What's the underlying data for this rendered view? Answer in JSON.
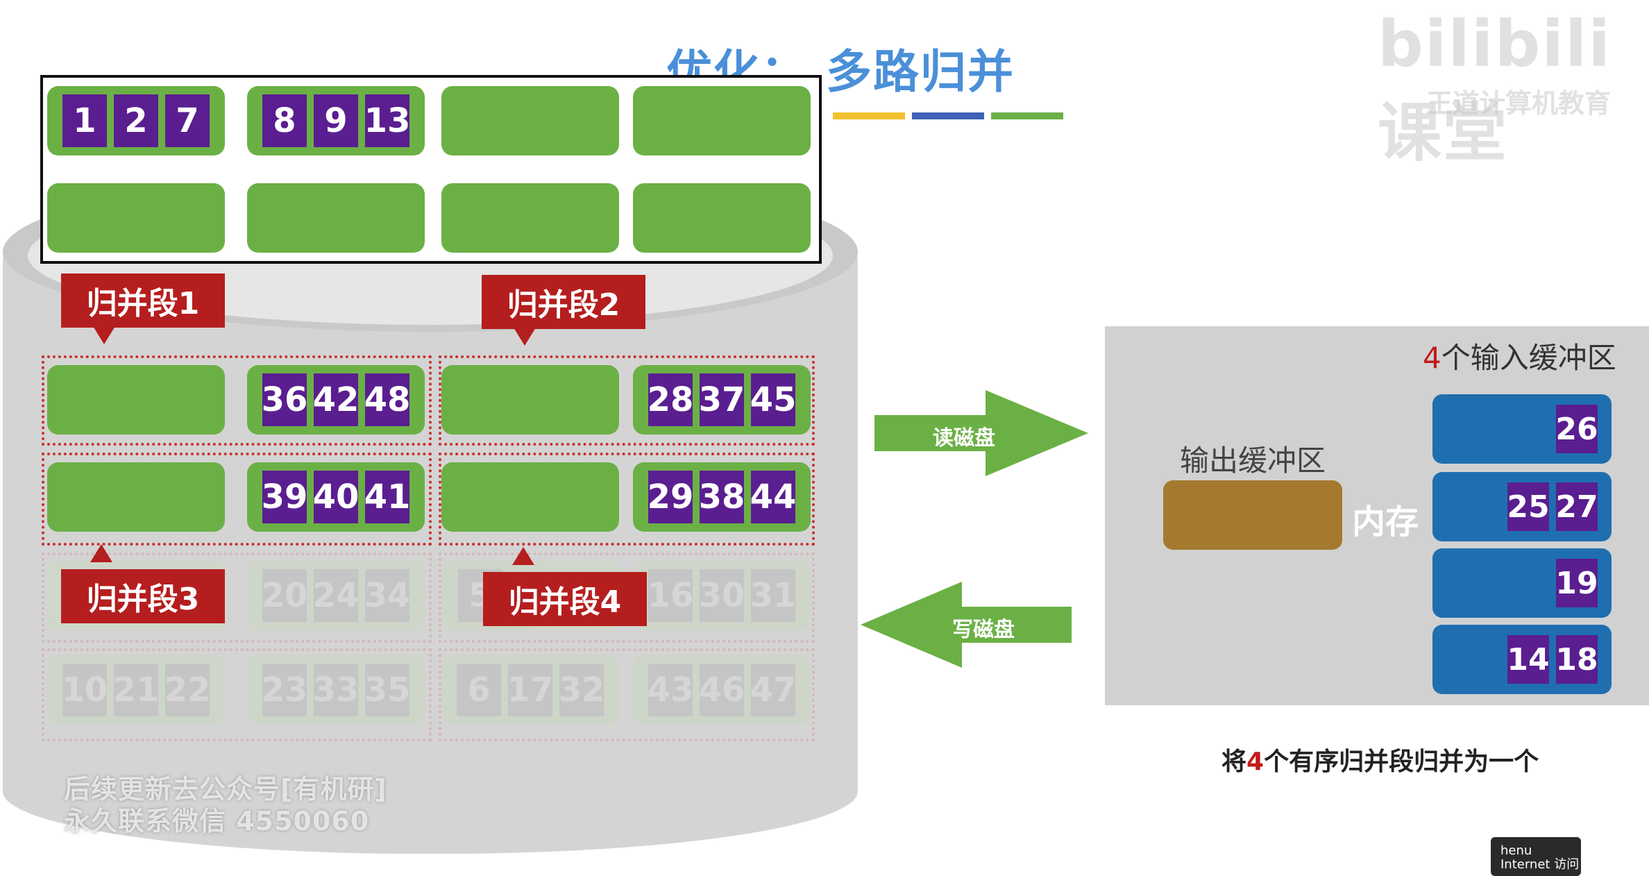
{
  "title": {
    "part1": "优化：",
    "part2": "多路归并"
  },
  "watermark": {
    "logo": "bilibili课堂",
    "sub": "王道计算机教育"
  },
  "colors": {
    "green_block": "#6bb045",
    "purple_cell": "#5a1e90",
    "label_red": "#b51e1e",
    "blue_buffer": "#1f6fb0",
    "output_buffer": "#a57a2e",
    "strip": [
      "#4a7fc0",
      "#f2c12e",
      "#3f62b8",
      "#6bb045"
    ]
  },
  "buffer_row1": {
    "block1": [
      "1",
      "2",
      "7"
    ],
    "block2": [
      "8",
      "9",
      "13"
    ]
  },
  "labels": {
    "seg1": "归并段1",
    "seg2": "归并段2",
    "seg3": "归并段3",
    "seg4": "归并段4"
  },
  "disk": {
    "row1": {
      "b2": [
        "36",
        "42",
        "48"
      ],
      "b4": [
        "28",
        "37",
        "45"
      ]
    },
    "row2": {
      "b2": [
        "39",
        "40",
        "41"
      ],
      "b4": [
        "29",
        "38",
        "44"
      ]
    },
    "row3": {
      "b2": [
        "20",
        "24",
        "34"
      ],
      "b3": [
        "5"
      ],
      "b4": [
        "16",
        "30",
        "31"
      ]
    },
    "row4": {
      "b1": [
        "10",
        "21",
        "22"
      ],
      "b2": [
        "23",
        "33",
        "35"
      ],
      "b3": [
        "6",
        "17",
        "32"
      ],
      "b4": [
        "43",
        "46",
        "47"
      ]
    }
  },
  "arrows": {
    "read": "读磁盘",
    "write": "写磁盘"
  },
  "memory": {
    "title_num": "4",
    "title_rest": "个输入缓冲区",
    "output_label": "输出缓冲区",
    "neicun": "内存",
    "inputs": [
      [
        "26"
      ],
      [
        "25",
        "27"
      ],
      [
        "19"
      ],
      [
        "14",
        "18"
      ]
    ]
  },
  "caption": {
    "pre": "将",
    "num": "4",
    "post": "个有序归并段归并为一个"
  },
  "overlay": {
    "line1": "后续更新去公众号[有机研]",
    "line2": "永久联系微信 4550060"
  },
  "tooltip": {
    "line1": "henu",
    "line2": "Internet 访问"
  }
}
